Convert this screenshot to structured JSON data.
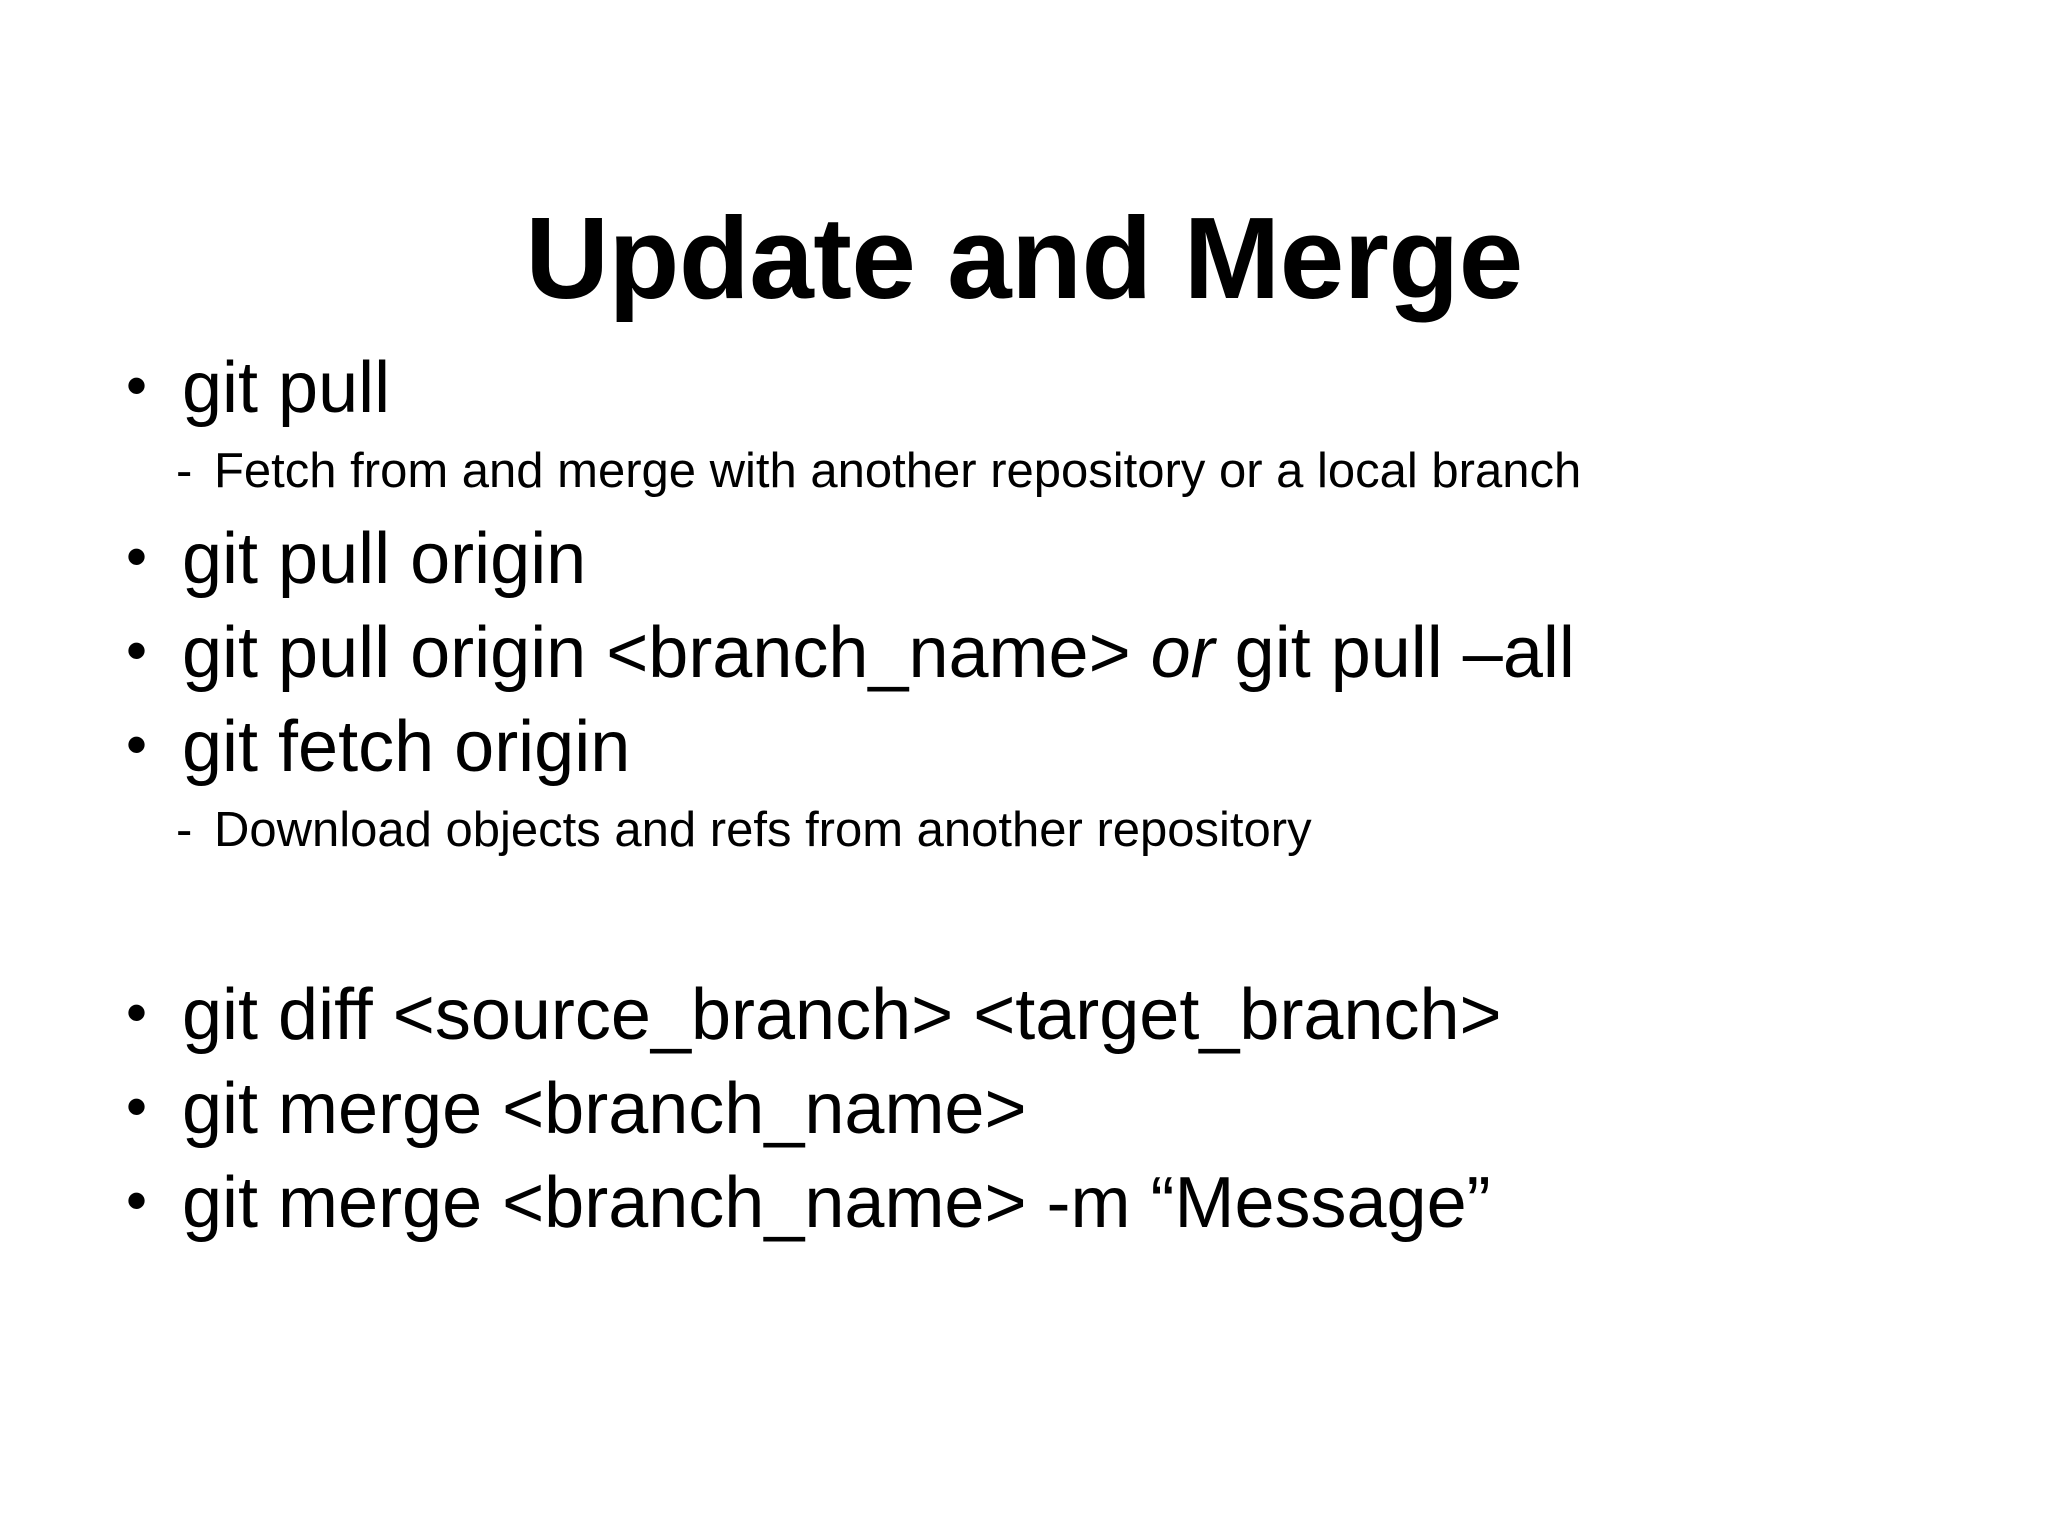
{
  "slide": {
    "title": "Update and Merge",
    "background_color": "#ffffff",
    "text_color": "#000000",
    "bullet_marker": "•",
    "sub_marker": "-",
    "items": [
      {
        "kind": "bullet",
        "text": "git pull"
      },
      {
        "kind": "sub",
        "text": "Fetch from and merge with another repository or a local branch"
      },
      {
        "kind": "bullet",
        "text": "git pull origin"
      },
      {
        "kind": "bullet-rich",
        "parts": [
          {
            "text": "git pull origin <branch_name> ",
            "style": "normal"
          },
          {
            "text": "or",
            "style": "italic"
          },
          {
            "text": " git pull –all",
            "style": "normal"
          }
        ],
        "text": "git pull origin <branch_name> or git pull –all"
      },
      {
        "kind": "bullet",
        "text": "git fetch origin"
      },
      {
        "kind": "sub",
        "text": "Download objects and refs from another repository"
      },
      {
        "kind": "spacer",
        "text": ""
      },
      {
        "kind": "bullet",
        "text": "git diff <source_branch> <target_branch>"
      },
      {
        "kind": "bullet",
        "text": "git merge <branch_name>"
      },
      {
        "kind": "bullet",
        "text": "git merge <branch_name> -m “Message”"
      }
    ]
  }
}
